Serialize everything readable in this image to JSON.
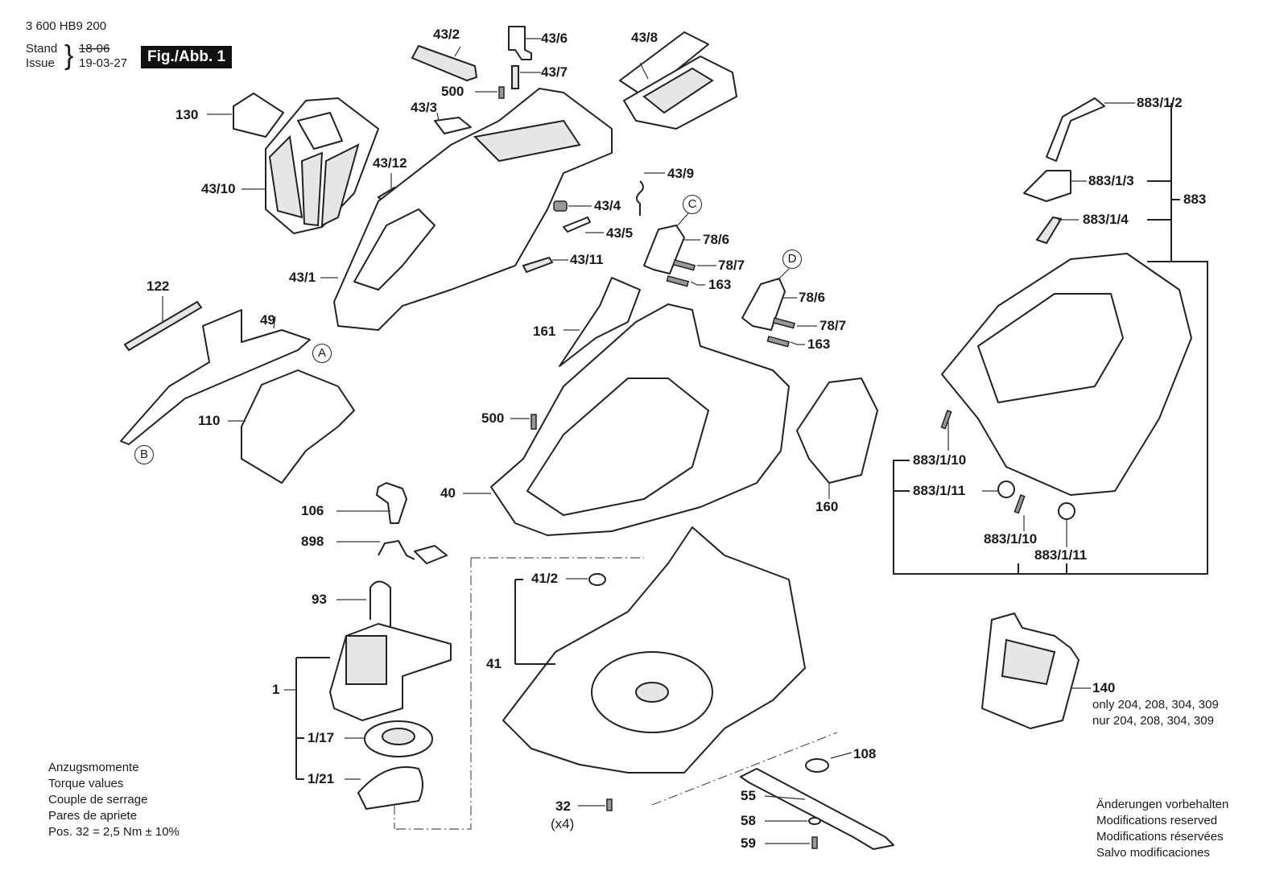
{
  "header": {
    "doc_number": "3 600 HB9 200",
    "stand_label": "Stand",
    "issue_label": "Issue",
    "old_date": "18-06",
    "issue_date": "19-03-27",
    "figure_label": "Fig./Abb. 1"
  },
  "parts": {
    "p43_2": "43/2",
    "p43_6": "43/6",
    "p43_7": "43/7",
    "p43_8": "43/8",
    "p500a": "500",
    "p43_3": "43/3",
    "p130": "130",
    "p43_10": "43/10",
    "p43_12": "43/12",
    "p43_9": "43/9",
    "p43_4": "43/4",
    "p43_5": "43/5",
    "p43_11": "43/11",
    "p43_1": "43/1",
    "p78_6a": "78/6",
    "p78_7a": "78/7",
    "p163a": "163",
    "p78_6b": "78/6",
    "p78_7b": "78/7",
    "p163b": "163",
    "p122": "122",
    "p49": "49",
    "p110": "110",
    "p161": "161",
    "p500b": "500",
    "p40": "40",
    "p160": "160",
    "p106": "106",
    "p898": "898",
    "p93": "93",
    "p1": "1",
    "p1_17": "1/17",
    "p1_21": "1/21",
    "p41_2": "41/2",
    "p41": "41",
    "p32": "32",
    "p32_qty": "(x4)",
    "p108": "108",
    "p55": "55",
    "p58": "58",
    "p59": "59",
    "p883_1_2": "883/1/2",
    "p883_1_3": "883/1/3",
    "p883_1_4": "883/1/4",
    "p883": "883",
    "p883_1_10a": "883/1/10",
    "p883_1_11a": "883/1/11",
    "p883_1_10b": "883/1/10",
    "p883_1_11b": "883/1/11",
    "p140": "140",
    "p140_note_en": "only 204, 208, 304, 309",
    "p140_note_de": "nur 204, 208, 304, 309"
  },
  "refs": {
    "A": "A",
    "B": "B",
    "C": "C",
    "D": "D"
  },
  "torque": {
    "lines": [
      "Anzugsmomente",
      "Torque values",
      "Couple de serrage",
      "Pares de apriete"
    ],
    "spec": "Pos. 32 = 2,5 Nm ± 10%"
  },
  "modifications": [
    "Änderungen vorbehalten",
    "Modifications reserved",
    "Modifications réservées",
    "Salvo modificaciones"
  ]
}
